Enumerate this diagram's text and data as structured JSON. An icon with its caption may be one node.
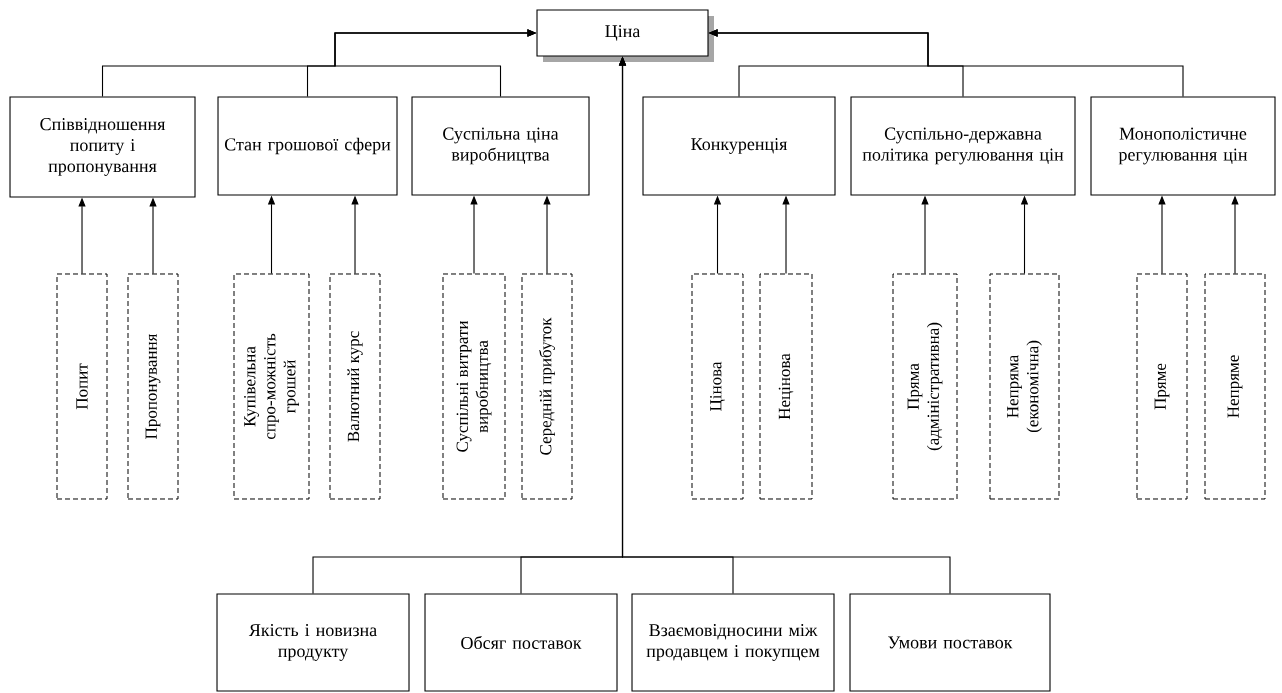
{
  "diagram": {
    "nodes": [
      {
        "text": [
          "Ціна"
        ]
      },
      {
        "text": [
          "Співвідношення попиту і пропонування"
        ]
      },
      {
        "text": [
          "Стан грошової сфери"
        ]
      },
      {
        "text": [
          "Суспільна ціна виробництва"
        ]
      },
      {
        "text": [
          "Конкуренція"
        ]
      },
      {
        "text": [
          "Суспільно-державна політика регулювання цін"
        ]
      },
      {
        "text": [
          "Монополістичне регулювання цін"
        ]
      },
      {
        "text": [
          "Попит"
        ]
      },
      {
        "text": [
          "Пропонування"
        ]
      },
      {
        "text": [
          "Купівельна спро-можність грошей"
        ]
      },
      {
        "text": [
          "Валютний курс"
        ]
      },
      {
        "text": [
          "Суспільні витрати виробництва"
        ]
      },
      {
        "text": [
          "Середній прибуток"
        ]
      },
      {
        "text": [
          "Цінова"
        ]
      },
      {
        "text": [
          "Нецінова"
        ]
      },
      {
        "text": [
          "Пряма (адміністративна)"
        ]
      },
      {
        "text": [
          "Непряма (економічна)"
        ]
      },
      {
        "text": [
          "Пряме"
        ]
      },
      {
        "text": [
          "Непряме"
        ]
      },
      {
        "text": [
          "Якість і новизна продукту"
        ]
      },
      {
        "text": [
          "Обсяг поставок"
        ]
      },
      {
        "text": [
          "Взаємовідносини між продавцем і покупцем"
        ]
      },
      {
        "text": [
          "Умови поставок"
        ]
      }
    ],
    "edges": [
      {
        "from": 1,
        "to": 0,
        "arrow": "to"
      },
      {
        "from": 2,
        "to": 0,
        "arrow": "to"
      },
      {
        "from": 3,
        "to": 0,
        "arrow": "to"
      },
      {
        "from": 4,
        "to": 0,
        "arrow": "to"
      },
      {
        "from": 5,
        "to": 0,
        "arrow": "to"
      },
      {
        "from": 6,
        "to": 0,
        "arrow": "to"
      },
      {
        "from": 7,
        "to": 1,
        "arrow": "to"
      },
      {
        "from": 8,
        "to": 1,
        "arrow": "to"
      },
      {
        "from": 9,
        "to": 2,
        "arrow": "to"
      },
      {
        "from": 10,
        "to": 2,
        "arrow": "to"
      },
      {
        "from": 11,
        "to": 3,
        "arrow": "to"
      },
      {
        "from": 12,
        "to": 3,
        "arrow": "to"
      },
      {
        "from": 13,
        "to": 4,
        "arrow": "to"
      },
      {
        "from": 14,
        "to": 4,
        "arrow": "to"
      },
      {
        "from": 15,
        "to": 5,
        "arrow": "to"
      },
      {
        "from": 16,
        "to": 5,
        "arrow": "to"
      },
      {
        "from": 17,
        "to": 6,
        "arrow": "to"
      },
      {
        "from": 18,
        "to": 6,
        "arrow": "to"
      },
      {
        "from": 19,
        "to": 0,
        "arrow": "to"
      },
      {
        "from": 20,
        "to": 0,
        "arrow": "to"
      },
      {
        "from": 21,
        "to": 0,
        "arrow": "to"
      },
      {
        "from": 22,
        "to": 0,
        "arrow": "to"
      }
    ]
  }
}
